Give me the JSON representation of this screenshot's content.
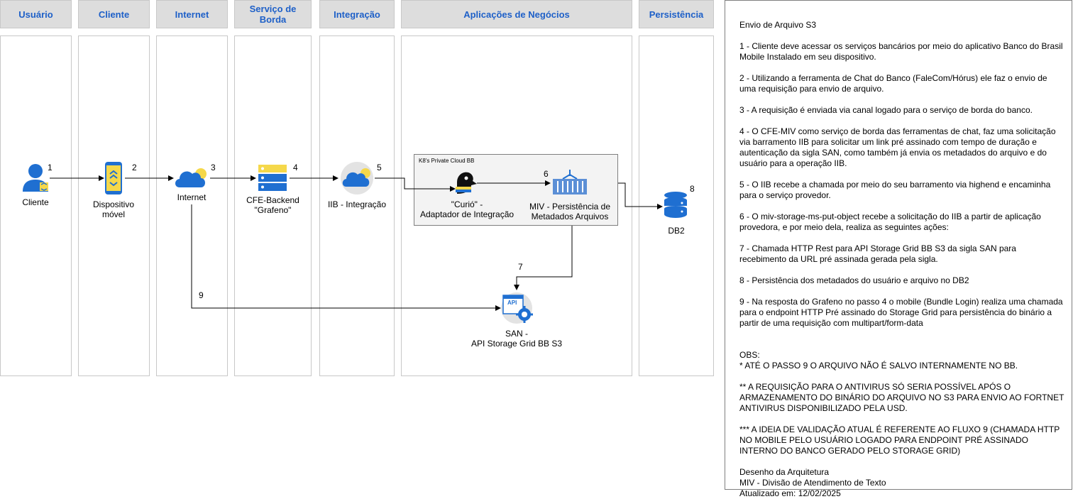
{
  "lanes": [
    {
      "title": "Usuário"
    },
    {
      "title": "Cliente"
    },
    {
      "title": "Internet"
    },
    {
      "title": "Serviço de Borda"
    },
    {
      "title": "Integração"
    },
    {
      "title": "Aplicações de Negócios"
    },
    {
      "title": "Persistência"
    }
  ],
  "nodes": {
    "cliente": {
      "label": "Cliente",
      "step": "1"
    },
    "dispositivo": {
      "label": "Dispositivo\nmóvel",
      "step": "2"
    },
    "internet": {
      "label": "Internet",
      "step": "3"
    },
    "cfe": {
      "label": "CFE-Backend\n\"Grafeno\"",
      "step": "4"
    },
    "iib": {
      "label": "IIB - Integração",
      "step": "5"
    },
    "curio": {
      "label": "\"Curió\" -\nAdaptador de Integração"
    },
    "miv": {
      "label": "MIV - Persistência de\nMetadados Arquivos",
      "step": "6"
    },
    "db2": {
      "label": "DB2",
      "step": "8"
    },
    "san": {
      "label": "SAN -\nAPI Storage Grid BB S3",
      "step7": "7",
      "step9": "9",
      "api_text": "API"
    }
  },
  "k8s": {
    "title": "K8's Private Cloud BB"
  },
  "notes": {
    "title": "Envio de Arquivo S3",
    "steps": [
      "1 - Cliente deve acessar os serviços bancários por meio do aplicativo Banco do Brasil Mobile Instalado em seu dispositivo.",
      "2 - Utilizando a ferramenta de Chat do Banco (FaleCom/Hórus) ele faz o envio de uma requisição para envio de arquivo.",
      "3 - A requisição é enviada via canal logado para o serviço de borda do banco.",
      "4 - O CFE-MIV como serviço de borda das ferramentas de chat, faz uma solicitação via barramento IIB para solicitar um link pré assinado com tempo de duração e autenticação da sigla SAN, como também já envia os metadados do arquivo e do usuário para a operação IIB.",
      "5 - O IIB recebe a chamada por meio do seu barramento via highend e encaminha para o serviço provedor.",
      "6 - O miv-storage-ms-put-object recebe a solicitação do IIB a partir de aplicação provedora, e por meio dela, realiza as seguintes ações:",
      "7 - Chamada HTTP Rest para API Storage Grid BB S3 da sigla SAN para recebimento da URL pré assinada gerada pela sigla.",
      "8 - Persistência dos metadados do usuário e arquivo no DB2",
      "9 - Na resposta do Grafeno no passo 4 o mobile (Bundle Login) realiza uma chamada para o endpoint HTTP Pré assinado do Storage Grid para persistência do binário a partir de uma requisição com multipart/form-data"
    ],
    "obs_title": "OBS:",
    "obs_1": "* ATÉ O PASSO 9 O ARQUIVO NÃO É SALVO INTERNAMENTE NO BB.",
    "obs_2": "** A REQUISIÇÃO PARA O ANTIVIRUS SÓ SERIA POSSÍVEL APÓS O ARMAZENAMENTO DO BINÁRIO DO ARQUIVO NO S3 PARA ENVIO AO FORTNET ANTIVIRUS DISPONIBILIZADO PELA USD.",
    "obs_3": "*** A IDEIA DE VALIDAÇÃO ATUAL É REFERENTE AO FLUXO 9 (CHAMADA HTTP NO MOBILE PELO USUÁRIO LOGADO PARA ENDPOINT PRÉ ASSINADO INTERNO DO BANCO GERADO PELO STORAGE GRID)",
    "footer_1": "Desenho da Arquitetura",
    "footer_2": "MIV - Divisão de Atendimento de Texto",
    "footer_3": "Atualizado em: 12/02/2025"
  },
  "colors": {
    "lane_title": "#1e60c8",
    "icon_blue": "#1f6fd1",
    "icon_yellow": "#f5d84a"
  }
}
